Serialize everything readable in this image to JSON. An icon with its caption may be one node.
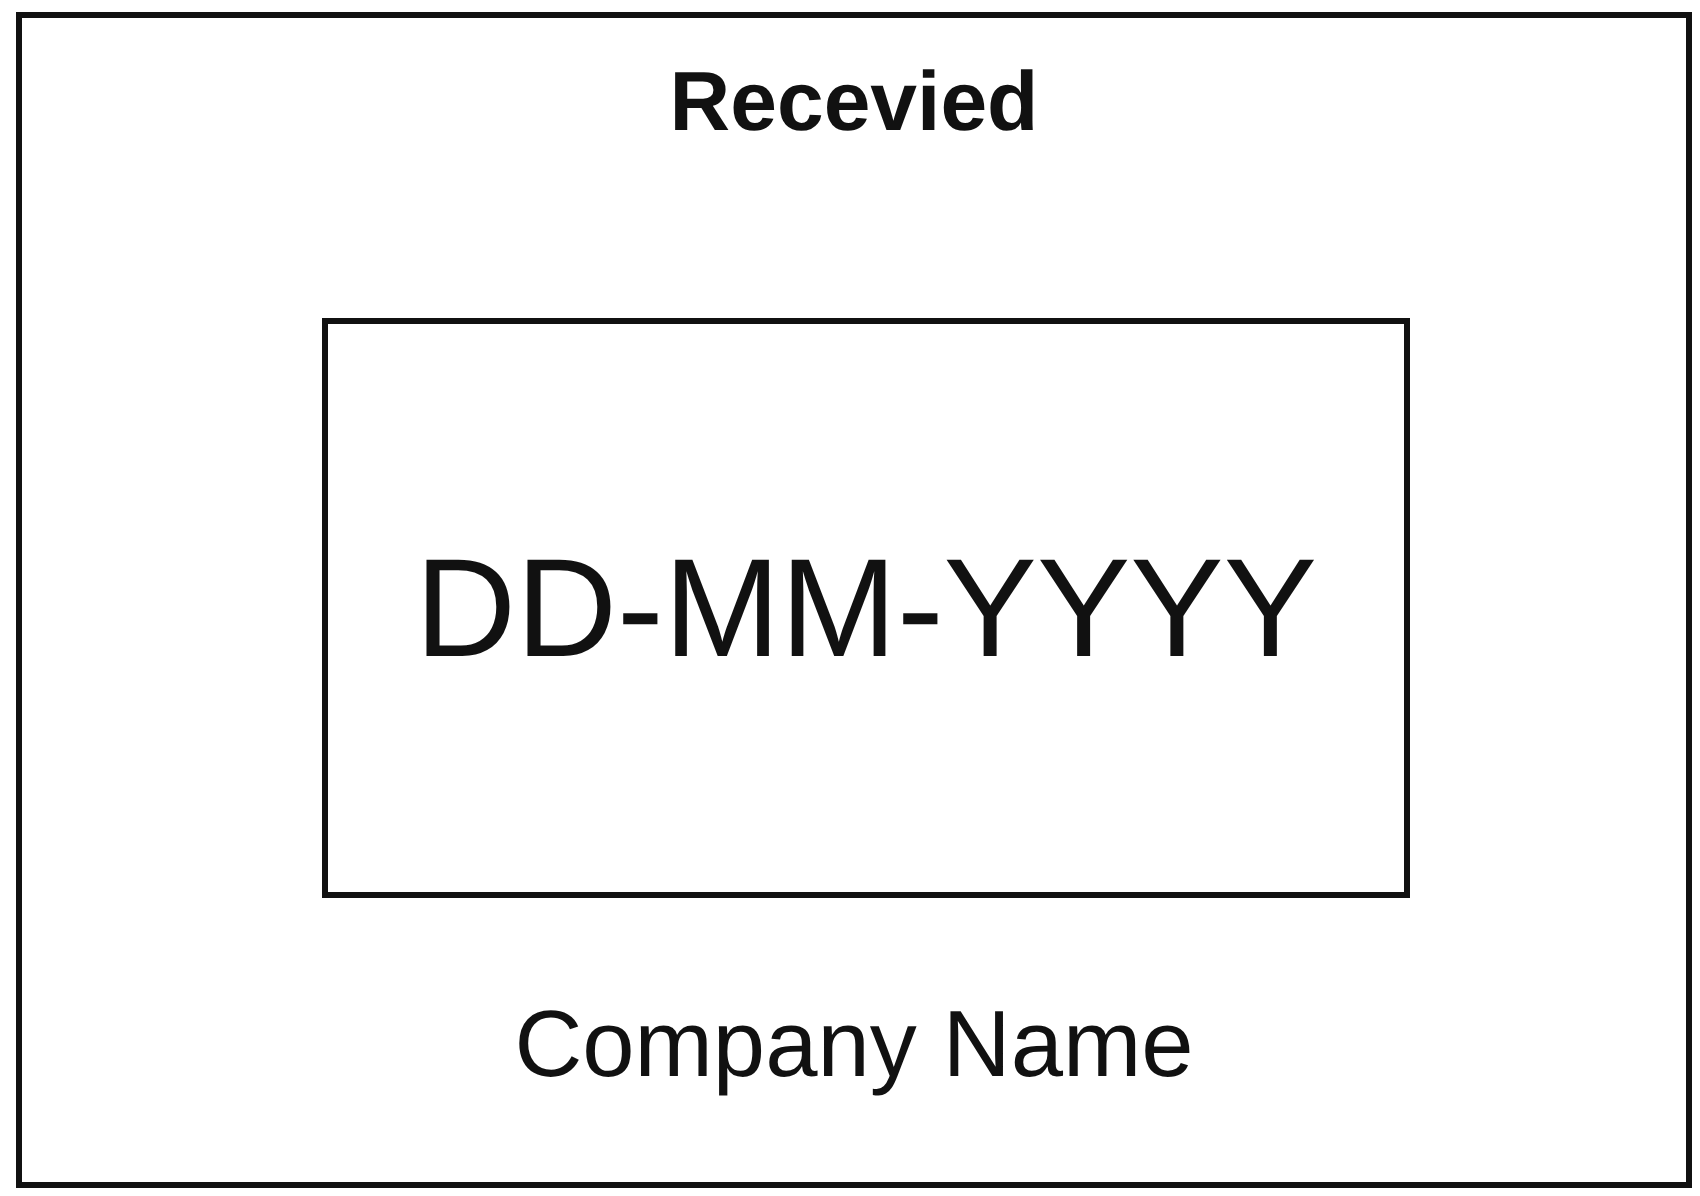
{
  "diagram": {
    "nodes": [
      {
        "text": [
          "Recevied",
          "Company Name"
        ]
      },
      {
        "text": [
          "DD-MM-YYYY"
        ],
        "in": 0
      }
    ]
  }
}
